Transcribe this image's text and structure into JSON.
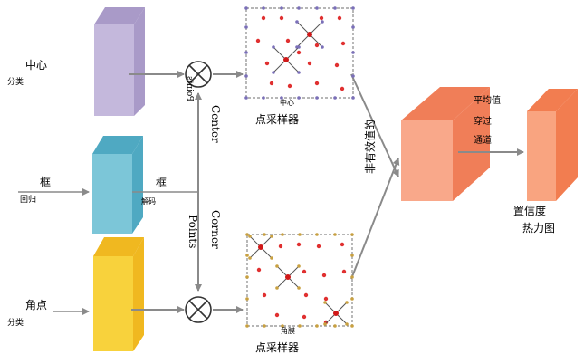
{
  "labels": {
    "center_cls_1": "中心",
    "center_cls_2": "分类",
    "box_reg_in_1": "框",
    "box_reg_in_2": "回归",
    "box_decode_1": "框",
    "box_decode_2": "解码",
    "corner_cls_1": "角点",
    "corner_cls_2": "分类",
    "center_points": "Center",
    "center_points_tail": "Points",
    "corner_points": "Corner",
    "corner_points_tail": "Points",
    "top_grid_caption": "中心",
    "bottom_grid_caption": "角膜",
    "top_sampler": "点采样器",
    "bottom_sampler": "点采样器",
    "invalid_values": "非有效值的",
    "avg_1": "平均值",
    "avg_2": "穿过",
    "avg_3": "通道",
    "heatmap_1": "置信度",
    "heatmap_2": "热力图"
  },
  "operators": [
    "multiply",
    "multiply"
  ],
  "colors": {
    "center_block": "#c4b8dc",
    "center_block_side": "#a99ac8",
    "regression_block": "#7cc6d8",
    "regression_block_side": "#4fa9c2",
    "corner_block": "#f8d23c",
    "corner_block_side": "#f0b820",
    "fusion_block": "#f9a88a",
    "fusion_block_side": "#f07e58",
    "heatmap_block": "#f9a480",
    "heatmap_block_side": "#f27d50",
    "arrow": "#8a8a8a",
    "grid_border": "#8a8a8a",
    "sample_point": "#e03030",
    "center_grid_dot": "#7a6fb8",
    "corner_grid_dot": "#c8a040",
    "sampling_line": "#555555",
    "selected_point": "#d01818"
  }
}
